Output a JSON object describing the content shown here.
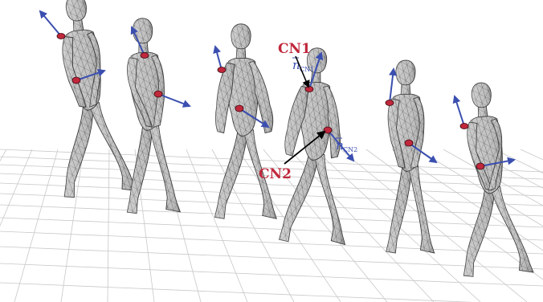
{
  "labels": {
    "cn1": "CN1",
    "cn2": "CN2",
    "n_symbol": "n",
    "n_cn1_subscript": "CN1",
    "n_cn2_subscript": "CN2"
  },
  "figures": [
    {
      "id": "figure-1"
    },
    {
      "id": "figure-2"
    },
    {
      "id": "figure-3"
    },
    {
      "id": "figure-4"
    },
    {
      "id": "figure-5"
    },
    {
      "id": "figure-6"
    }
  ],
  "colors": {
    "mesh_fill": "#bcbcbc",
    "mesh_line": "#3a3a3a",
    "floor_line": "#c8c8c8",
    "contact_node": "#c0283c",
    "normal_vector": "#3b4fb0",
    "label_red": "#c0283c",
    "label_blue": "#3b4fb0",
    "pointer_arrow": "#000000"
  }
}
